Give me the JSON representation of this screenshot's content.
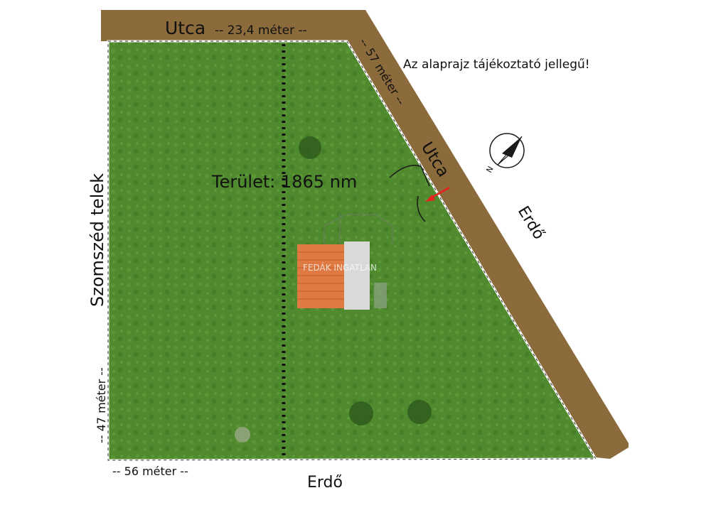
{
  "labels": {
    "top_street": "Utca",
    "top_dim": "--  23,4 méter  --",
    "diag_dim": "--  57 méter  --",
    "diag_street": "Utca",
    "forest_right": "Erdő",
    "neighbor": "Szomszéd telek",
    "left_dim": "--  47 méter  --",
    "bottom_dim": "--  56 méter  --",
    "forest_bottom": "Erdő",
    "area": "Terület: 1865 nm",
    "notice": "Az alaprajz tájékoztató jellegű!",
    "compass_n": "N",
    "watermark": "FEDÁK INGATLAN"
  },
  "colors": {
    "grass": "#4f8a2f",
    "grass_dark": "#3a6f22",
    "road": "#8b6a3c",
    "road_edge": "#6d5028",
    "roof": "#e07a42",
    "wall": "#d9d9d9",
    "arrow": "#e8231f"
  }
}
